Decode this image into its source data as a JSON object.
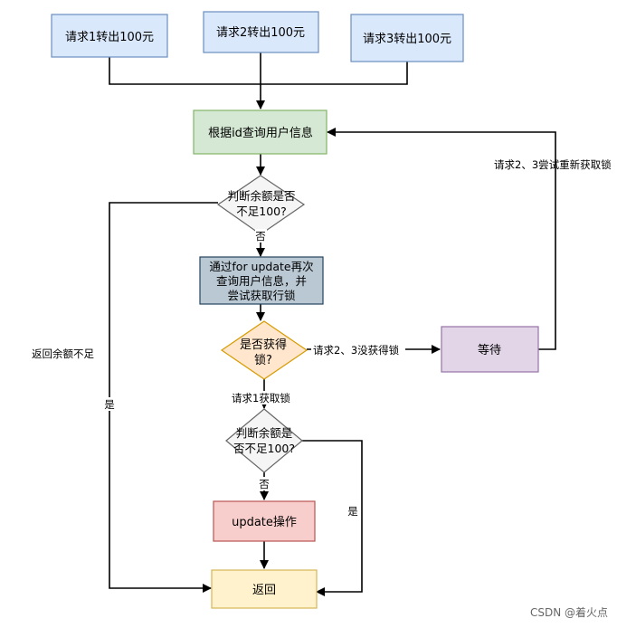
{
  "nodes": {
    "req1": "请求1转出100元",
    "req2": "请求2转出100元",
    "req3": "请求3转出100元",
    "query": "根据id查询用户信息",
    "check1_line1": "判断余额是否",
    "check1_line2": "不足100?",
    "forupdate_line1": "通过for update再次",
    "forupdate_line2": "查询用户信息，并",
    "forupdate_line3": "尝试获取行锁",
    "lock_line1": "是否获得",
    "lock_line2": "锁?",
    "wait": "等待",
    "check2_line1": "判断余额是",
    "check2_line2": "否不足100?",
    "update": "update操作",
    "ret": "返回"
  },
  "edges": {
    "no1": "否",
    "no2": "否",
    "yes1": "是",
    "yes2": "是",
    "return_insufficient": "返回余额不足",
    "no_lock": "请求2、3没获得锁",
    "got_lock": "请求1获取锁",
    "retry": "请求2、3尝试重新获取锁"
  },
  "watermark": "CSDN @着火点",
  "colors": {
    "blue_fill": "#dae8fc",
    "blue_stroke": "#6c8ebf",
    "green_fill": "#d5e8d4",
    "green_stroke": "#82b366",
    "slate_fill": "#bac8d3",
    "slate_stroke": "#23445d",
    "orange_fill": "#ffe6cc",
    "orange_stroke": "#d79b00",
    "purple_fill": "#e1d5e7",
    "purple_stroke": "#9673a6",
    "red_fill": "#f8cecc",
    "red_stroke": "#b85450",
    "yellow_fill": "#fff2cc",
    "yellow_stroke": "#d6b656",
    "gray_fill": "#f5f5f5",
    "gray_stroke": "#666666"
  }
}
